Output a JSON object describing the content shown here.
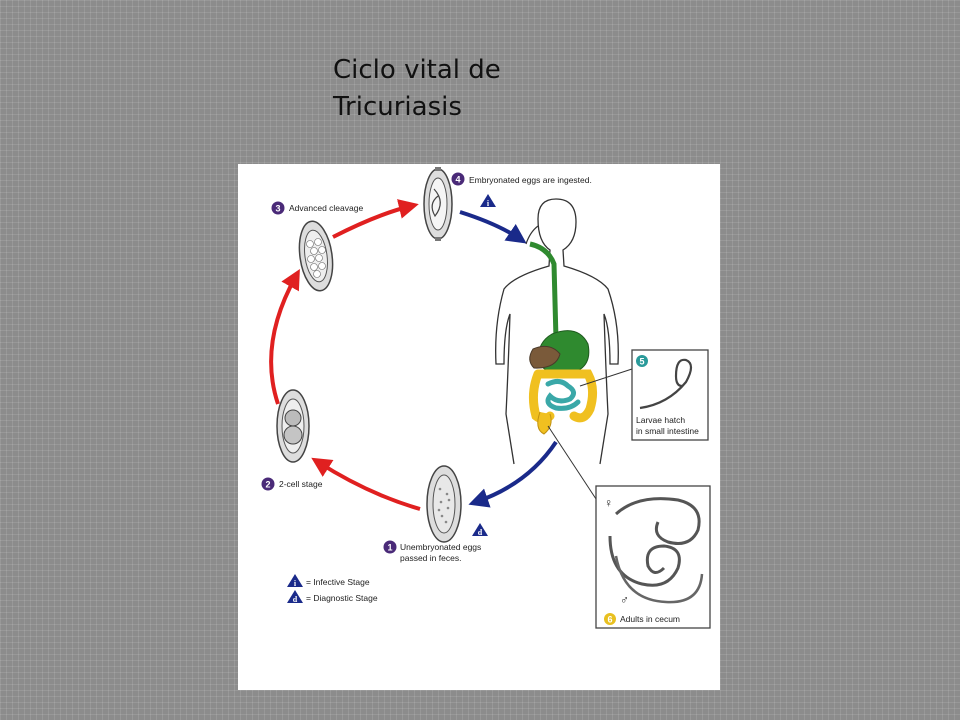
{
  "slide": {
    "title_line1": "Ciclo vital de",
    "title_line2": "Tricuriasis"
  },
  "stages": [
    {
      "num": "1",
      "text_line1": "Unembryonated eggs",
      "text_line2": "passed in feces."
    },
    {
      "num": "2",
      "text_line1": "2-cell stage",
      "text_line2": ""
    },
    {
      "num": "3",
      "text_line1": "Advanced cleavage",
      "text_line2": ""
    },
    {
      "num": "4",
      "text_line1": "Embryonated eggs are ingested.",
      "text_line2": ""
    },
    {
      "num": "5",
      "text_line1": "Larvae hatch",
      "text_line2": "in small intestine"
    },
    {
      "num": "6",
      "text_line1": "Adults in cecum",
      "text_line2": ""
    }
  ],
  "stage_markers": {
    "infective": "i",
    "diagnostic": "d"
  },
  "sex_symbols": {
    "female": "♀",
    "male": "♂"
  },
  "legend": {
    "infective_label": "= Infective Stage",
    "diagnostic_label": "= Diagnostic Stage"
  },
  "colors": {
    "background": "#8c8c8c",
    "cycle_arrow_red": "#e02020",
    "cycle_arrow_blue": "#1a2a8a",
    "stage_badge_purple": "#4a2a78",
    "stage_badge_teal": "#2a9a9a",
    "stage_badge_yellow": "#e8c020",
    "digestive_green": "#2f8a2f",
    "intestine_yellow": "#f0c020",
    "small_intestine_teal": "#3aa8a8",
    "liver_brown": "#7a5a3a"
  }
}
